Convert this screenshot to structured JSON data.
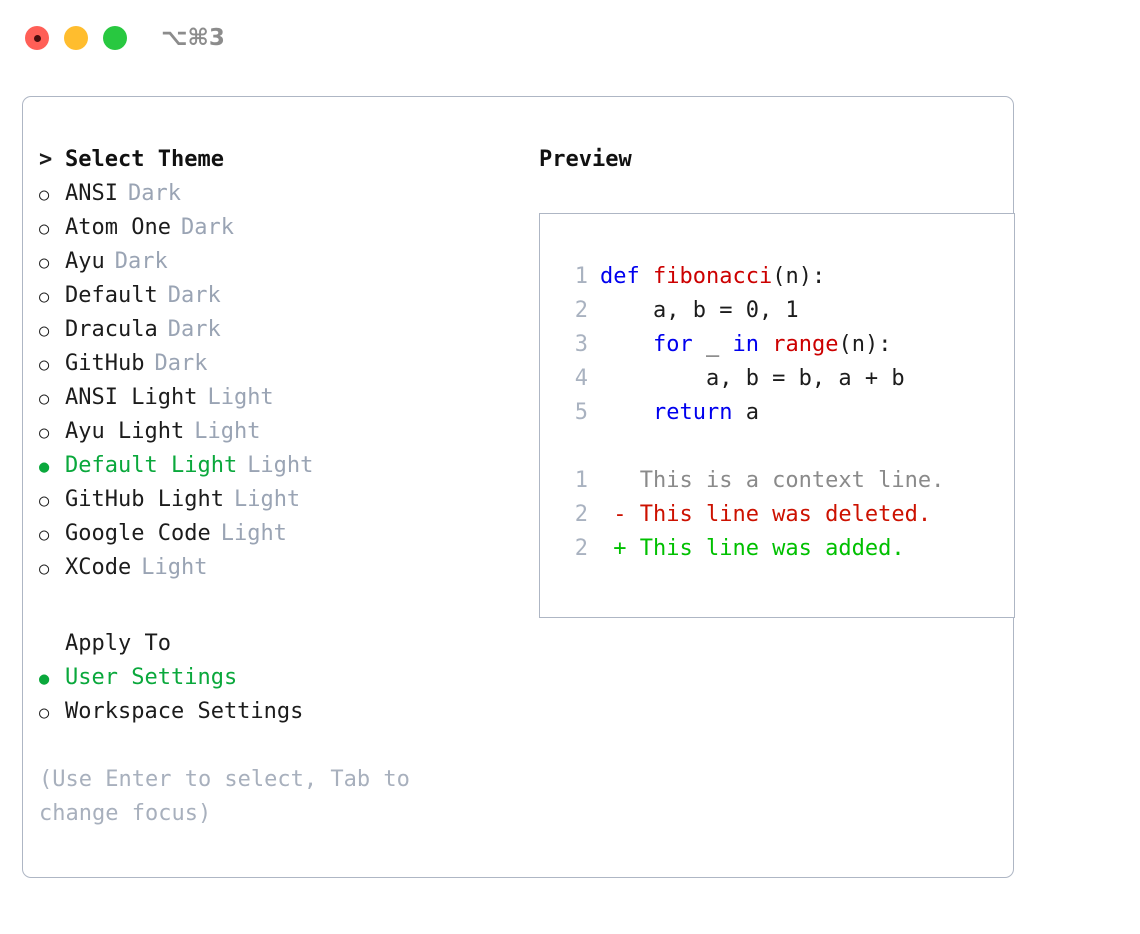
{
  "titlebar": {
    "lights": [
      {
        "name": "close",
        "color": "#ff5f57",
        "has_dot": true
      },
      {
        "name": "minimize",
        "color": "#ffbd2e",
        "has_dot": false
      },
      {
        "name": "maximize",
        "color": "#28c840",
        "has_dot": false
      }
    ],
    "shortcut": "⌥⌘3"
  },
  "theme_panel": {
    "header": {
      "caret": ">",
      "title": "Select Theme"
    },
    "items": [
      {
        "name": "ANSI",
        "variant": "Dark",
        "selected": false
      },
      {
        "name": "Atom One",
        "variant": "Dark",
        "selected": false
      },
      {
        "name": "Ayu",
        "variant": "Dark",
        "selected": false
      },
      {
        "name": "Default",
        "variant": "Dark",
        "selected": false
      },
      {
        "name": "Dracula",
        "variant": "Dark",
        "selected": false
      },
      {
        "name": "GitHub",
        "variant": "Dark",
        "selected": false
      },
      {
        "name": "ANSI Light",
        "variant": "Light",
        "selected": false
      },
      {
        "name": "Ayu Light",
        "variant": "Light",
        "selected": false
      },
      {
        "name": "Default Light",
        "variant": "Light",
        "selected": true
      },
      {
        "name": "GitHub Light",
        "variant": "Light",
        "selected": false
      },
      {
        "name": "Google Code",
        "variant": "Light",
        "selected": false
      },
      {
        "name": "XCode",
        "variant": "Light",
        "selected": false
      }
    ],
    "apply_to": {
      "title": "Apply To",
      "options": [
        {
          "name": "User Settings",
          "selected": true
        },
        {
          "name": "Workspace Settings",
          "selected": false
        }
      ]
    },
    "hint": "(Use Enter to select, Tab to\nchange focus)"
  },
  "preview": {
    "title": "Preview",
    "code_lines": [
      {
        "no": "1",
        "tokens": [
          {
            "t": "def",
            "c": "kw"
          },
          {
            "t": " ",
            "c": "code-text"
          },
          {
            "t": "fibonacci",
            "c": "fn"
          },
          {
            "t": "(n):",
            "c": "code-text"
          }
        ]
      },
      {
        "no": "2",
        "tokens": [
          {
            "t": "    a, b = 0, 1",
            "c": "code-text"
          }
        ]
      },
      {
        "no": "3",
        "tokens": [
          {
            "t": "    ",
            "c": "code-text"
          },
          {
            "t": "for",
            "c": "kw"
          },
          {
            "t": " _ ",
            "c": "code-text"
          },
          {
            "t": "in",
            "c": "kw"
          },
          {
            "t": " ",
            "c": "code-text"
          },
          {
            "t": "range",
            "c": "fn"
          },
          {
            "t": "(n):",
            "c": "code-text"
          }
        ]
      },
      {
        "no": "4",
        "tokens": [
          {
            "t": "        a, b = b, a + b",
            "c": "code-text"
          }
        ]
      },
      {
        "no": "5",
        "tokens": [
          {
            "t": "    ",
            "c": "code-text"
          },
          {
            "t": "return",
            "c": "kw"
          },
          {
            "t": " a",
            "c": "code-text"
          }
        ]
      }
    ],
    "diff_lines": [
      {
        "no": "1",
        "tokens": [
          {
            "t": "   This is a context line.",
            "c": "ctx"
          }
        ]
      },
      {
        "no": "2",
        "tokens": [
          {
            "t": " - This line was deleted.",
            "c": "del"
          }
        ]
      },
      {
        "no": "2",
        "tokens": [
          {
            "t": " + This line was added.",
            "c": "add"
          }
        ]
      }
    ]
  },
  "colors": {
    "accent_green": "#0aa83c",
    "muted_gray": "#9aa4b4",
    "border": "#aeb6c4",
    "keyword_blue": "#0000ee",
    "function_red": "#cc0000",
    "diff_deleted": "#cc1100",
    "diff_added": "#00c000",
    "background": "#ffffff"
  }
}
